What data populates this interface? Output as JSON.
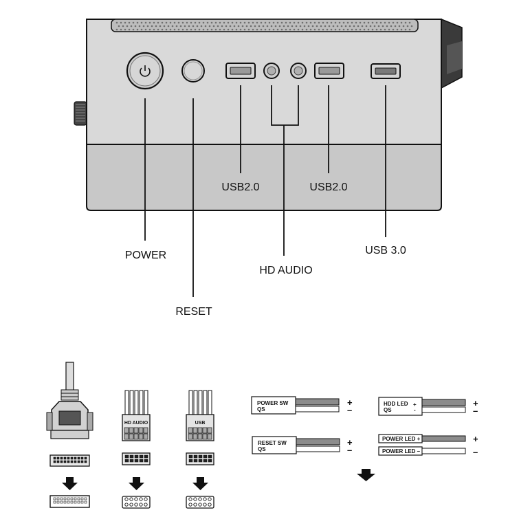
{
  "diagram": {
    "callouts": {
      "power": "POWER",
      "reset": "RESET",
      "usb2_left": "USB2.0",
      "usb2_right": "USB2.0",
      "hd_audio": "HD AUDIO",
      "usb3": "USB 3.0"
    },
    "headers": {
      "hd_audio": "HD AUDIO",
      "usb": "USB"
    },
    "switches": [
      {
        "id": "power-sw",
        "label": "POWER SW",
        "sub": "QS",
        "plus": "+",
        "minus": "–"
      },
      {
        "id": "hdd-led",
        "label": "HDD LED",
        "sub": "QS",
        "plus": "+",
        "minus": "–",
        "inner_plus": "+",
        "inner_minus": "-"
      },
      {
        "id": "reset-sw",
        "label": "RESET SW",
        "sub": "QS",
        "plus": "+",
        "minus": "–"
      },
      {
        "id": "power-led-plus",
        "label": "POWER LED +",
        "plus": "+"
      },
      {
        "id": "power-led-minus",
        "label": "POWER LED –",
        "minus": "–"
      }
    ],
    "colors": {
      "panel": "#d7d7d7",
      "panel_dark": "#c4c4c4",
      "line": "#111111",
      "bar": "#8c8c8c"
    }
  }
}
